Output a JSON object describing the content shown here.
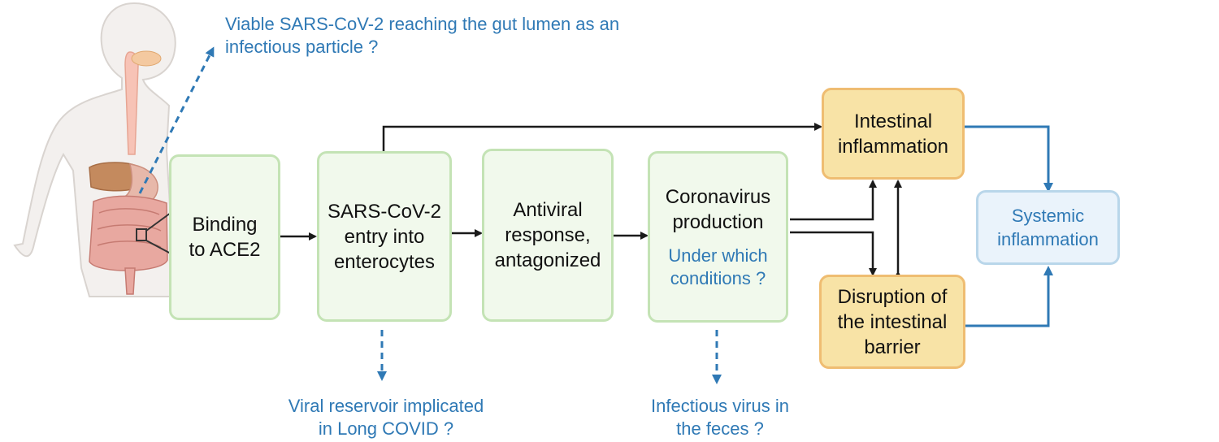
{
  "questions": {
    "top": "Viable SARS-CoV-2 reaching the gut lumen as an\ninfectious particle ?",
    "reservoir": "Viral reservoir implicated\nin Long COVID ?",
    "feces": "Infectious virus in\nthe feces ?"
  },
  "boxes": {
    "binding": "Binding\nto ACE2",
    "entry": "SARS-CoV-2\nentry into\nenterocytes",
    "antiviral": "Antiviral\nresponse,\nantagonized",
    "coronavirus": "Coronavirus\nproduction",
    "coronavirus_sub": "Under which\nconditions ?",
    "inflammation": "Intestinal\ninflammation",
    "disruption": "Disruption of\nthe intestinal\nbarrier",
    "systemic": "Systemic\ninflammation"
  },
  "colors": {
    "green_fill": "#f1f9ec",
    "green_border": "#c4e3b5",
    "orange_fill": "#f8e3a6",
    "orange_border": "#efbd72",
    "blue_text": "#2f79b5",
    "arrow": "#1a1a1a"
  },
  "icons": [
    "human-torso-digestive-system-icon"
  ]
}
